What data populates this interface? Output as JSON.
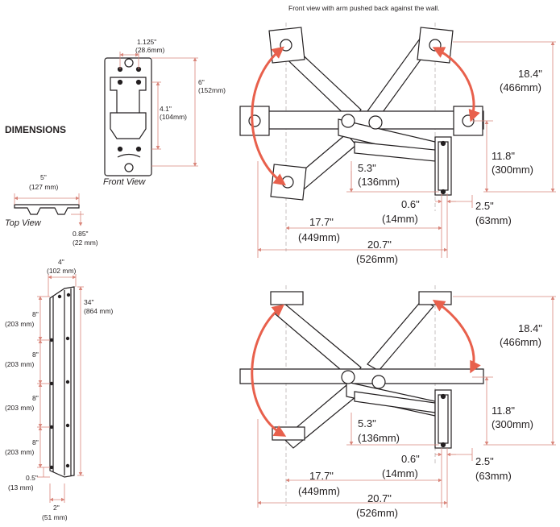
{
  "caption": "Front view with arm pushed back against the wall.",
  "title": "DIMENSIONS",
  "front_view": {
    "label": "Front View",
    "width_in": "1.125\"",
    "width_mm": "(28.6mm)",
    "hole_in": "4.1\"",
    "hole_mm": "(104mm)",
    "height_in": "6\"",
    "height_mm": "(152mm)"
  },
  "top_view": {
    "label": "Top View",
    "width_in": "5\"",
    "width_mm": "(127 mm)",
    "depth_in": "0.85\"",
    "depth_mm": "(22 mm)"
  },
  "rail": {
    "width_in": "4\"",
    "width_mm": "(102 mm)",
    "length_in": "34\"",
    "length_mm": "(864 mm)",
    "spacings": [
      {
        "in": "8\"",
        "mm": "(203 mm)"
      },
      {
        "in": "8\"",
        "mm": "(203 mm)"
      },
      {
        "in": "8\"",
        "mm": "(203 mm)"
      },
      {
        "in": "8\"",
        "mm": "(203 mm)"
      }
    ],
    "edge_in": "0.5\"",
    "edge_mm": "(13 mm)",
    "base_in": "2\"",
    "base_mm": "(51 mm)"
  },
  "arm_views": [
    {
      "height_total_in": "18.4\"",
      "height_total_mm": "(466mm)",
      "height_lower_in": "11.8\"",
      "height_lower_mm": "(300mm)",
      "offset_in": "5.3\"",
      "offset_mm": "(136mm)",
      "gap_in": "0.6\"",
      "gap_mm": "(14mm)",
      "side_in": "2.5\"",
      "side_mm": "(63mm)",
      "reach_in": "17.7\"",
      "reach_mm": "(449mm)",
      "total_in": "20.7\"",
      "total_mm": "(526mm)"
    },
    {
      "height_total_in": "18.4\"",
      "height_total_mm": "(466mm)",
      "height_lower_in": "11.8\"",
      "height_lower_mm": "(300mm)",
      "offset_in": "5.3\"",
      "offset_mm": "(136mm)",
      "gap_in": "0.6\"",
      "gap_mm": "(14mm)",
      "side_in": "2.5\"",
      "side_mm": "(63mm)",
      "reach_in": "17.7\"",
      "reach_mm": "(449mm)",
      "total_in": "20.7\"",
      "total_mm": "(526mm)"
    }
  ],
  "colors": {
    "dimension": "#d9867b",
    "arc": "#e8604c",
    "ink": "#231f20"
  }
}
